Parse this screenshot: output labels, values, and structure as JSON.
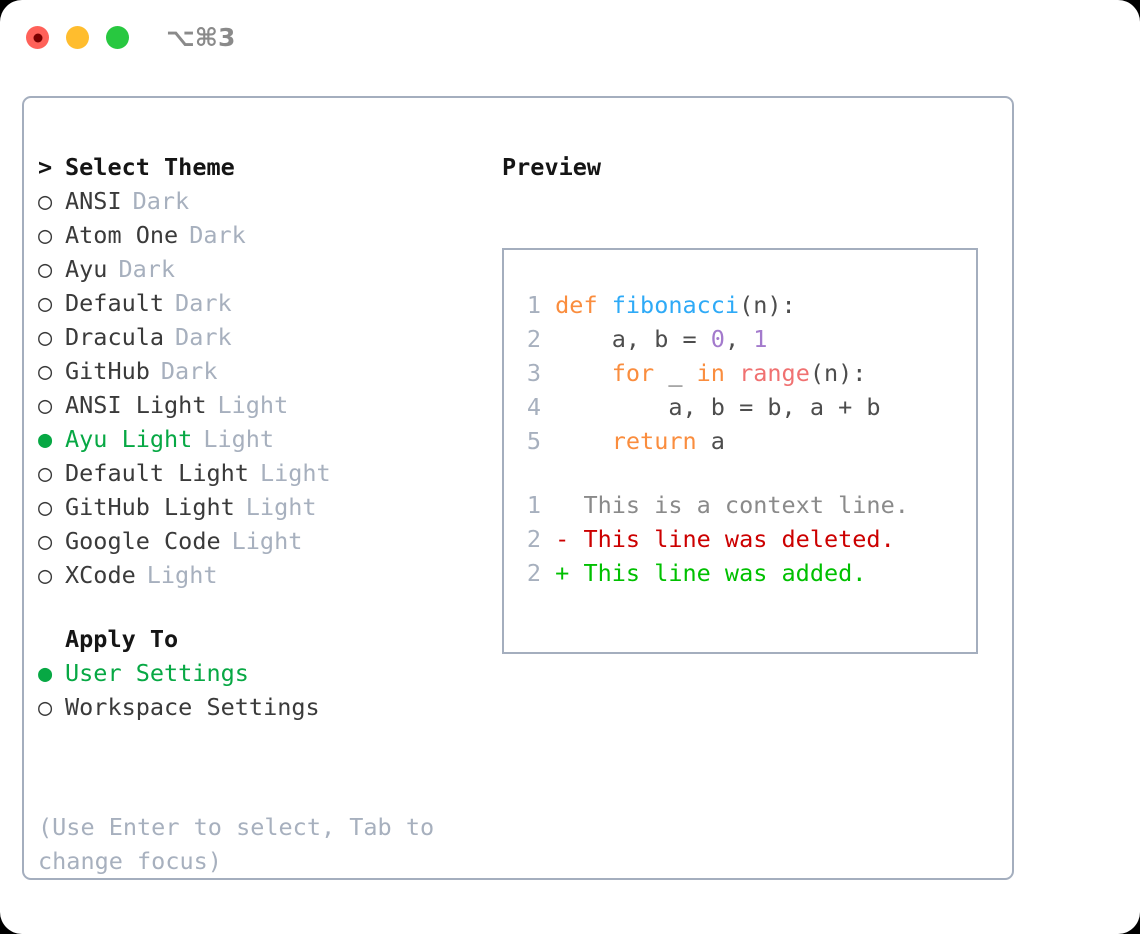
{
  "window": {
    "traffic_lights": [
      "close",
      "minimize",
      "maximize"
    ],
    "shortcut_label": "⌥⌘3"
  },
  "colors": {
    "accent_green": "#07a844",
    "border": "#a4aebe",
    "muted": "#a7b0be",
    "keyword": "#fa8d3e",
    "function": "#2eaaf7",
    "number": "#a37acc",
    "builtin": "#f07171",
    "diff_deleted": "#cc0000",
    "diff_added": "#00c000"
  },
  "theme_panel": {
    "header_marker": ">",
    "header": "Select Theme",
    "items": [
      {
        "marker": "○",
        "label": "ANSI",
        "tag": "Dark",
        "selected": false
      },
      {
        "marker": "○",
        "label": "Atom One",
        "tag": "Dark",
        "selected": false
      },
      {
        "marker": "○",
        "label": "Ayu",
        "tag": "Dark",
        "selected": false
      },
      {
        "marker": "○",
        "label": "Default",
        "tag": "Dark",
        "selected": false
      },
      {
        "marker": "○",
        "label": "Dracula",
        "tag": "Dark",
        "selected": false
      },
      {
        "marker": "○",
        "label": "GitHub",
        "tag": "Dark",
        "selected": false
      },
      {
        "marker": "○",
        "label": "ANSI Light",
        "tag": "Light",
        "selected": false
      },
      {
        "marker": "●",
        "label": "Ayu Light",
        "tag": "Light",
        "selected": true
      },
      {
        "marker": "○",
        "label": "Default Light",
        "tag": "Light",
        "selected": false
      },
      {
        "marker": "○",
        "label": "GitHub Light",
        "tag": "Light",
        "selected": false
      },
      {
        "marker": "○",
        "label": "Google Code",
        "tag": "Light",
        "selected": false
      },
      {
        "marker": "○",
        "label": "XCode",
        "tag": "Light",
        "selected": false
      }
    ]
  },
  "apply_to": {
    "header": "Apply To",
    "items": [
      {
        "marker": "●",
        "label": "User Settings",
        "selected": true
      },
      {
        "marker": "○",
        "label": "Workspace Settings",
        "selected": false
      }
    ]
  },
  "hint": "(Use Enter to select, Tab to change focus)",
  "preview": {
    "title": "Preview",
    "code_lines": [
      {
        "no": "1",
        "tokens": [
          {
            "t": "def ",
            "c": "kw"
          },
          {
            "t": "fibonacci",
            "c": "fn"
          },
          {
            "t": "(n):",
            "c": "pl"
          }
        ]
      },
      {
        "no": "2",
        "tokens": [
          {
            "t": "    a, b = ",
            "c": "pl"
          },
          {
            "t": "0",
            "c": "num"
          },
          {
            "t": ", ",
            "c": "pl"
          },
          {
            "t": "1",
            "c": "num"
          }
        ]
      },
      {
        "no": "3",
        "tokens": [
          {
            "t": "    ",
            "c": "pl"
          },
          {
            "t": "for",
            "c": "kw"
          },
          {
            "t": " _ ",
            "c": "pl"
          },
          {
            "t": "in",
            "c": "kw"
          },
          {
            "t": " ",
            "c": "pl"
          },
          {
            "t": "range",
            "c": "bi"
          },
          {
            "t": "(n):",
            "c": "pl"
          }
        ]
      },
      {
        "no": "4",
        "tokens": [
          {
            "t": "        a, b = b, a + b",
            "c": "pl"
          }
        ]
      },
      {
        "no": "5",
        "tokens": [
          {
            "t": "    ",
            "c": "pl"
          },
          {
            "t": "return",
            "c": "kw"
          },
          {
            "t": " a",
            "c": "pl"
          }
        ]
      }
    ],
    "diff_lines": [
      {
        "no": "1",
        "prefix": "  ",
        "text": "This is a context line.",
        "kind": "ctx"
      },
      {
        "no": "2",
        "prefix": "- ",
        "text": "This line was deleted.",
        "kind": "del"
      },
      {
        "no": "2",
        "prefix": "+ ",
        "text": "This line was added.",
        "kind": "add"
      }
    ]
  }
}
